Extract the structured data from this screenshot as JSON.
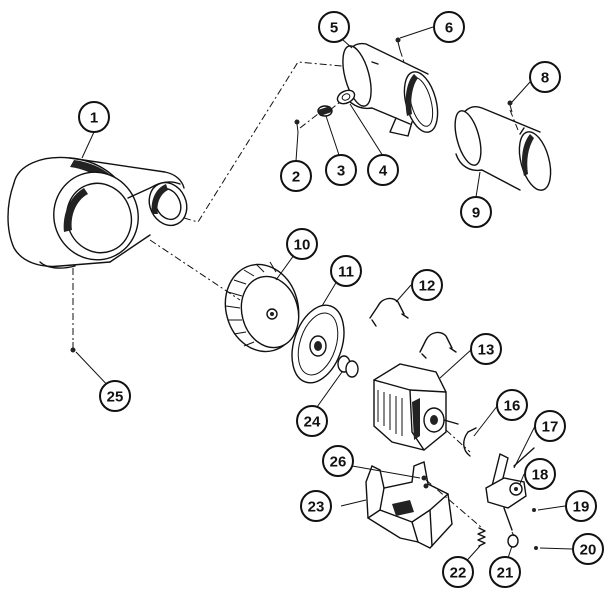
{
  "diagram": {
    "callouts": [
      {
        "label": "1"
      },
      {
        "label": "2"
      },
      {
        "label": "3"
      },
      {
        "label": "4"
      },
      {
        "label": "5"
      },
      {
        "label": "6"
      },
      {
        "label": "8"
      },
      {
        "label": "9"
      },
      {
        "label": "10"
      },
      {
        "label": "11"
      },
      {
        "label": "12"
      },
      {
        "label": "13"
      },
      {
        "label": "16"
      },
      {
        "label": "17"
      },
      {
        "label": "18"
      },
      {
        "label": "19"
      },
      {
        "label": "20"
      },
      {
        "label": "21"
      },
      {
        "label": "22"
      },
      {
        "label": "23"
      },
      {
        "label": "24"
      },
      {
        "label": "25"
      },
      {
        "label": "26"
      }
    ]
  }
}
